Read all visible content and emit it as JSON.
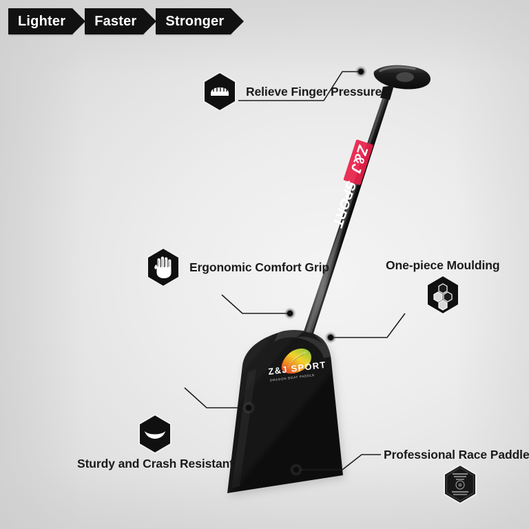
{
  "banners": [
    {
      "label": "Lighter",
      "name": "banner-lighter"
    },
    {
      "label": "Faster",
      "name": "banner-faster"
    },
    {
      "label": "Stronger",
      "name": "banner-stronger"
    }
  ],
  "callouts": [
    {
      "label": "Relieve Finger Pressure",
      "icon": "grip-ridge-icon",
      "layout": "icon-left"
    },
    {
      "label": "Ergonomic Comfort Grip",
      "icon": "hand-icon",
      "layout": "icon-left"
    },
    {
      "label": "One-piece Moulding",
      "icon": "honeycomb-icon",
      "layout": "label-above"
    },
    {
      "label": "Sturdy and Crash Resistant",
      "icon": "blade-shield-icon",
      "layout": "label-below"
    },
    {
      "label": "Professional Race Paddles",
      "icon": "award-badge-icon",
      "layout": "label-above"
    }
  ],
  "product": {
    "blade_logo_text": "Z&J SPORT",
    "blade_logo_subtext": "DRAGON BOAT PADDLE",
    "shaft_brand_mark": "Z&J",
    "shaft_brand_word": "SPORT"
  },
  "colors": {
    "banner_bg": "#111111",
    "banner_text": "#ffffff",
    "label_text": "#1b1b1b",
    "paddle_black": "#151515",
    "background_light": "#f4f4f4",
    "background_edge": "#dcdcdc",
    "shaft_accent_red": "#e8204a",
    "logo_green": "#7ec63f",
    "logo_yellow": "#f3d22b",
    "logo_orange": "#f08a1e",
    "logo_red": "#e03027"
  }
}
